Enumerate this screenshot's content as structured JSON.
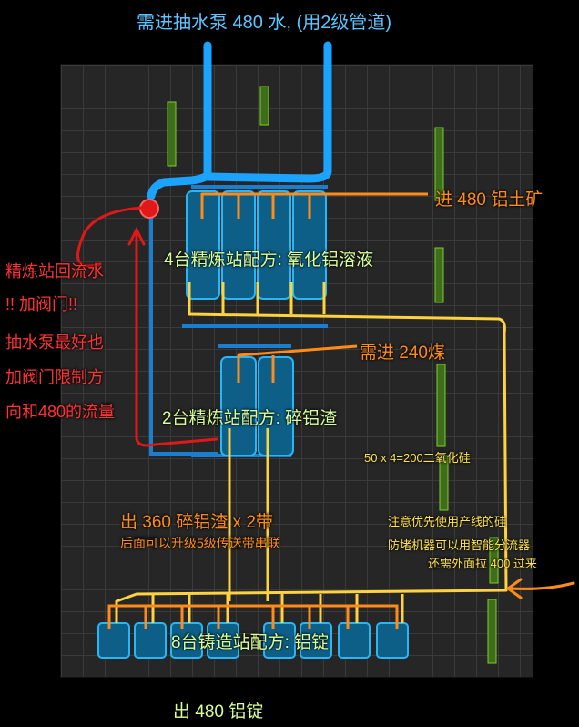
{
  "header": {
    "pump_note": "需进抽水泵 480 水, (用2级管道)"
  },
  "inputs": {
    "bauxite": "进 480 铝土矿",
    "coal": "需进 240煤"
  },
  "refinery_top": {
    "label": "4台精炼站配方: 氧化铝溶液"
  },
  "refinery_mid": {
    "label": "2台精炼站配方: 碎铝渣"
  },
  "red_notes": {
    "line1": "精炼站回流水",
    "line2": "!! 加阀门!!",
    "line3": "抽水泵最好也",
    "line4": "加阀门限制方",
    "line5": "向和480的流量"
  },
  "silica": {
    "calc": "50 x 4=200二氧化硅",
    "note1": "注意优先使用产线的硅",
    "note2": "防堵机器可以用智能分流器",
    "note3": "还需外面拉 400 过来"
  },
  "scrap_output": {
    "label": "出 360 碎铝渣 x 2带",
    "sub": "后面可以升级5级传送带串联"
  },
  "foundry": {
    "label": "8台铸造站配方: 铝锭"
  },
  "final_output": {
    "label": "出 480 铝锭"
  },
  "colors": {
    "water_pipe": "#1aa3ff",
    "bauxite_belt": "#ff8c1a",
    "coal_belt": "#ff8c1a",
    "silica_belt": "#ffd23f",
    "red_note": "#ff3333",
    "green_text": "#d9ff9a",
    "machine": "#0e5f87"
  }
}
